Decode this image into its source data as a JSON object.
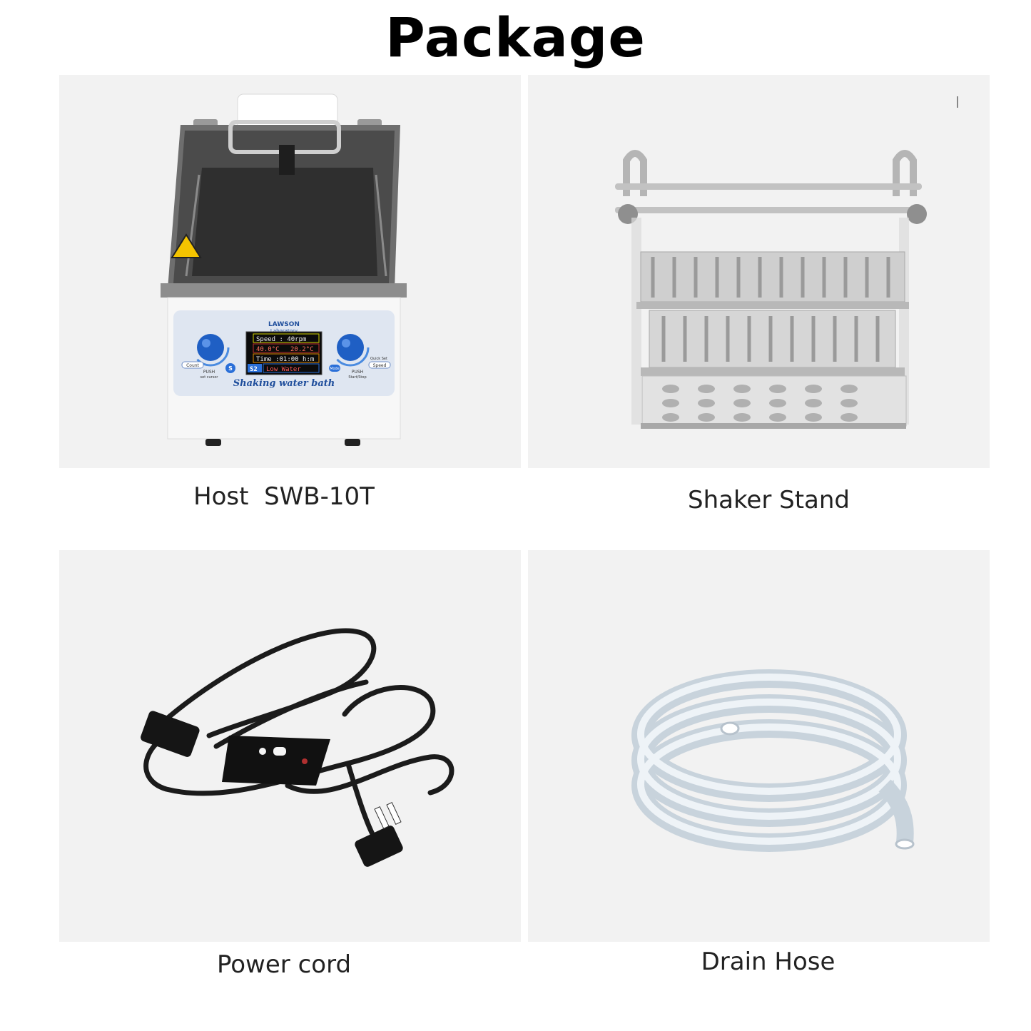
{
  "page": {
    "title": "Package"
  },
  "items": [
    {
      "caption": "Host  SWB-10T",
      "icon": "shaking-water-bath-image",
      "device": {
        "brand_line1": "LAWSON",
        "brand_line2": "Laboratory",
        "label": "Shaking water bath",
        "display": {
          "row1": "Speed :   40rpm",
          "row2_a": "40.0°C",
          "row2_b": "20.2°C",
          "row3": "Time :01:00 h:m",
          "row4_badge": "S2",
          "row4_text": "Low Water"
        },
        "left_knob_push": "PUSH",
        "left_knob_sub": "set cursor",
        "left_btn": "Count",
        "right_knob_push": "PUSH",
        "right_knob_sub": "Start/Stop",
        "right_btn": "Speed",
        "quick_set": "Quick Set",
        "s_button": "S",
        "mode_button": "Mode"
      }
    },
    {
      "caption": "Shaker Stand",
      "icon": "shaker-stand-image"
    },
    {
      "caption": "Power cord",
      "icon": "power-cord-image"
    },
    {
      "caption": "Drain Hose",
      "icon": "drain-hose-image"
    }
  ],
  "colors": {
    "tile_bg": "#f2f2f2",
    "knob_blue": "#1f5fc4",
    "device_panel": "#dfe6f1"
  }
}
